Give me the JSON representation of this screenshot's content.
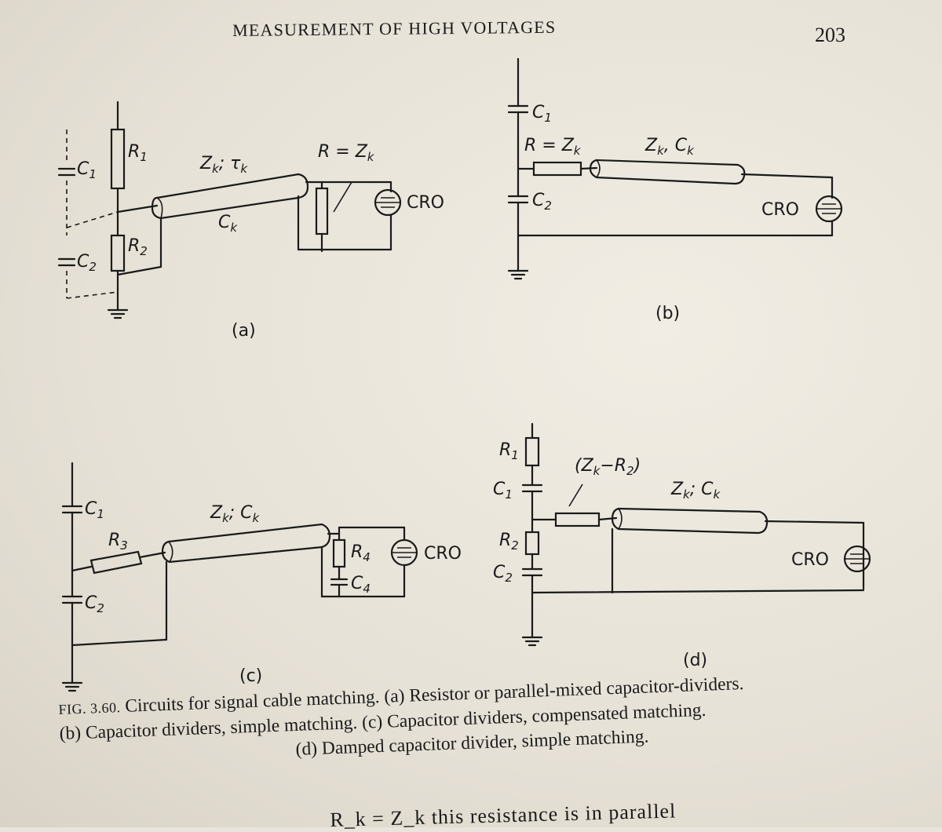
{
  "page": {
    "running_head": "MEASUREMENT OF HIGH VOLTAGES",
    "page_number": "203"
  },
  "figure": {
    "panels": {
      "a": {
        "tag": "(a)",
        "labels": {
          "R1": "R",
          "R2": "R",
          "C1": "C",
          "C2": "C",
          "cable": "Z",
          "cable_tau": "τ",
          "cable_cap": "C",
          "term": "R = Z",
          "cro": "CRO"
        },
        "subs": {
          "one": "1",
          "two": "2",
          "k": "k"
        }
      },
      "b": {
        "tag": "(b)",
        "labels": {
          "C1": "C",
          "C2": "C",
          "term": "R = Z",
          "cable": "Z",
          "cable_c": "C",
          "cro": "CRO"
        }
      },
      "c": {
        "tag": "(c)",
        "labels": {
          "C1": "C",
          "C2": "C",
          "R3": "R",
          "R4": "R",
          "C4": "C",
          "cable": "Z",
          "cable_c": "C",
          "cro": "CRO"
        },
        "subs": {
          "three": "3",
          "four": "4"
        }
      },
      "d": {
        "tag": "(d)",
        "labels": {
          "R1": "R",
          "C1": "C",
          "R2": "R",
          "C2": "C",
          "series": "(Z",
          "series_mid": "−R",
          "series_end": ")",
          "cable": "Z",
          "cable_c": "C",
          "cro": "CRO"
        }
      }
    },
    "caption": {
      "fig_label": "FIG. 3.60.",
      "line1": "Circuits for signal cable matching. (a) Resistor or parallel-mixed capacitor-dividers.",
      "line1b": "(b) Capacitor dividers, simple matching. (c) Capacitor dividers, compensated matching.",
      "line2": "(d) Damped capacitor divider, simple matching."
    }
  },
  "bottom_fragment": "R_k = Z_k this resistance is in parallel"
}
